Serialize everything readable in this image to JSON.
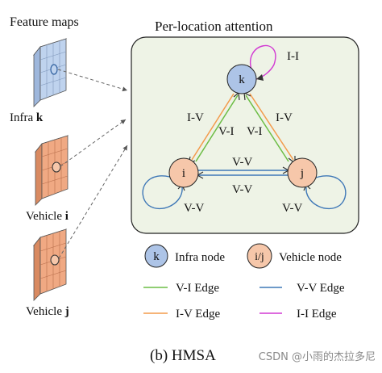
{
  "left_panel": {
    "title": "Feature maps",
    "maps": [
      {
        "label": "Infra ",
        "symbol": "k"
      },
      {
        "label": "Vehicle ",
        "symbol": "i"
      },
      {
        "label": "Vehicle ",
        "symbol": "j"
      }
    ]
  },
  "attention_panel": {
    "title": "Per-location attention",
    "nodes": {
      "k": "k",
      "i": "i",
      "j": "j"
    },
    "edges": {
      "self_k": "I-I",
      "left_outer": "I-V",
      "left_inner": "V-I",
      "right_outer": "I-V",
      "right_inner": "V-I",
      "bottom_top": "V-V",
      "bottom_bottom": "V-V",
      "self_i": "V-V",
      "self_j": "V-V"
    }
  },
  "legend": {
    "infra_node_symbol": "k",
    "infra_node_label": "Infra node",
    "vehicle_node_symbol": "i/j",
    "vehicle_node_label": "Vehicle node",
    "vi_edge": "V-I Edge",
    "vv_edge": "V-V Edge",
    "iv_edge": "I-V Edge",
    "ii_edge": "I-I Edge"
  },
  "caption": "(b) HMSA",
  "watermark": "CSDN @小雨的杰拉多尼",
  "colors": {
    "panel_bg": "#eef3e6",
    "infra_node": "#adc4e7",
    "vehicle_node": "#f6c7aa",
    "vi_edge": "#6cbd45",
    "iv_edge": "#f39b4c",
    "vv_edge": "#3f78b7",
    "ii_edge": "#d23ad3",
    "infra_map": "#bfd3ee",
    "vehicle_map": "#f0a983"
  }
}
